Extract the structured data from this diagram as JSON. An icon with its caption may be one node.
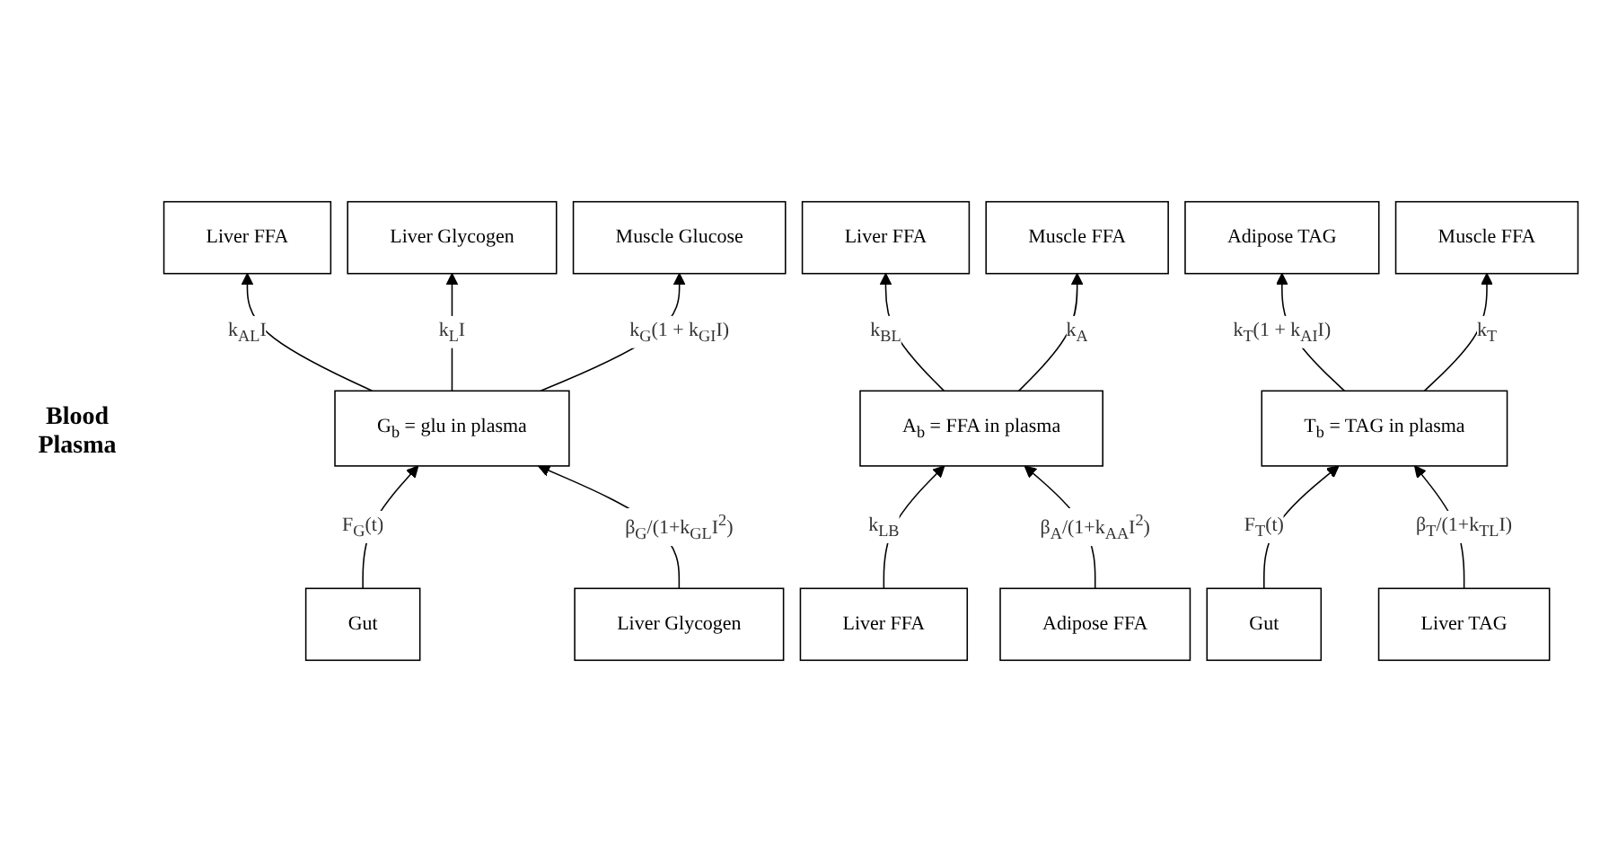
{
  "diagram": {
    "nodes": [
      {
        "text": [
          "Liver FFA"
        ]
      },
      {
        "text": [
          "Liver Glycogen"
        ]
      },
      {
        "text": [
          "Muscle Glucose"
        ]
      },
      {
        "text": [
          "Liver FFA"
        ]
      },
      {
        "text": [
          "Muscle FFA"
        ]
      },
      {
        "text": [
          "Adipose TAG"
        ]
      },
      {
        "text": [
          "Muscle FFA"
        ]
      },
      {
        "text": [
          "G$_{b}$ = glu in plasma"
        ]
      },
      {
        "text": [
          "A$_{b}$ = FFA in plasma"
        ]
      },
      {
        "text": [
          "T$_{b}$ = TAG in plasma"
        ]
      },
      {
        "text": [
          "Gut"
        ]
      },
      {
        "text": [
          "Liver Glycogen"
        ]
      },
      {
        "text": [
          "Liver FFA"
        ]
      },
      {
        "text": [
          "Adipose FFA"
        ]
      },
      {
        "text": [
          "Gut"
        ]
      },
      {
        "text": [
          "Liver TAG"
        ]
      }
    ],
    "edges": [
      {
        "from": 7,
        "to": 0,
        "arrow": "to",
        "label": "k$_{AL}$I"
      },
      {
        "from": 7,
        "to": 1,
        "arrow": "to",
        "label": "k$_{L}$I"
      },
      {
        "from": 7,
        "to": 2,
        "arrow": "to",
        "label": "k$_{G}$(1 + k$_{GI}$I)"
      },
      {
        "from": 8,
        "to": 3,
        "arrow": "to",
        "label": "k$_{BL}$"
      },
      {
        "from": 8,
        "to": 4,
        "arrow": "to",
        "label": "k$_{A}$"
      },
      {
        "from": 9,
        "to": 5,
        "arrow": "to",
        "label": "k$_{T}$(1 + k$_{AI}$I)"
      },
      {
        "from": 9,
        "to": 6,
        "arrow": "to",
        "label": "k$_{T}$"
      },
      {
        "from": 10,
        "to": 7,
        "arrow": "to",
        "label": "F$_{G}$(t)"
      },
      {
        "from": 11,
        "to": 7,
        "arrow": "to",
        "label": "β$_{G}$/(1+k$_{GL}$I$^{2}$)"
      },
      {
        "from": 12,
        "to": 8,
        "arrow": "to",
        "label": "k$_{LB}$"
      },
      {
        "from": 13,
        "to": 8,
        "arrow": "to",
        "label": "β$_{A}$/(1+k$_{AA}$I$^{2}$)"
      },
      {
        "from": 14,
        "to": 9,
        "arrow": "to",
        "label": "F$_{T}$(t)"
      },
      {
        "from": 15,
        "to": 9,
        "arrow": "to",
        "label": "β$_{T}$/(1+k$_{TL}$I)"
      }
    ],
    "labels": [
      "Blood Plasma"
    ]
  }
}
